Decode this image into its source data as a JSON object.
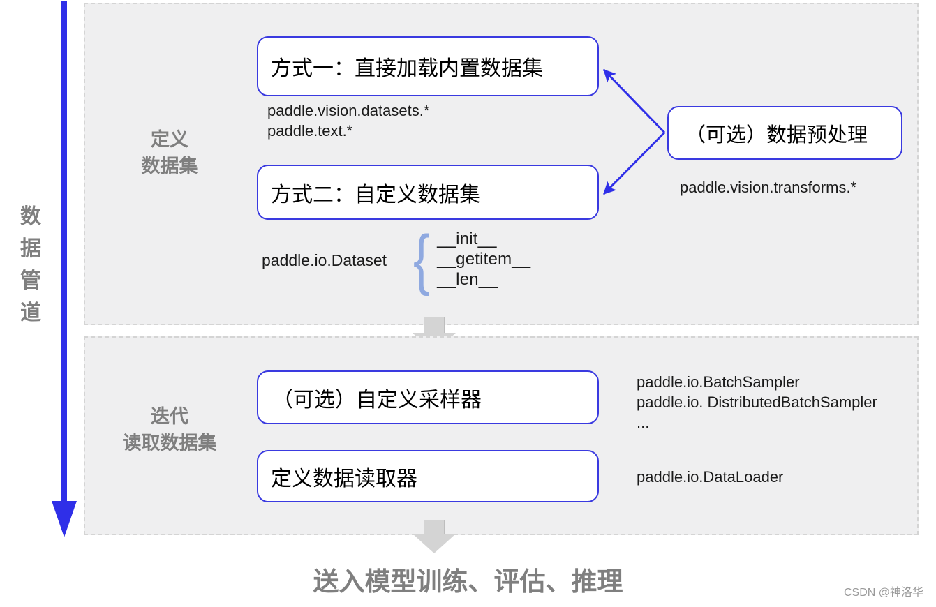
{
  "diagram": {
    "title_vertical": "数\n据\n管\n道",
    "accent_blue": "#2f2fe8",
    "box_border_blue": "#3a3ae0",
    "panel_fill": "#efeff0",
    "panel_border": "#d4d4d4",
    "gray_text": "#7f7f7f",
    "arrow_gray": "#d4d4d4",
    "brace_color": "#8fa9e0"
  },
  "sections": {
    "define": {
      "stage_label": "定义\n数据集",
      "boxes": {
        "method1": "方式一：直接加载内置数据集",
        "method2": "方式二：自定义数据集",
        "preprocess": "（可选）数据预处理"
      },
      "annotations": {
        "builtin_api": "paddle.vision.datasets.*\npaddle.text.*",
        "transforms_api": "paddle.vision.transforms.*",
        "dataset_api": "paddle.io.Dataset",
        "dataset_methods": "__init__\n__getitem__\n__len__"
      }
    },
    "iterate": {
      "stage_label": "迭代\n读取数据集",
      "boxes": {
        "sampler": "（可选）自定义采样器",
        "loader": "定义数据读取器"
      },
      "annotations": {
        "sampler_api": "paddle.io.BatchSampler\npaddle.io. DistributedBatchSampler\n...",
        "loader_api": "paddle.io.DataLoader"
      }
    }
  },
  "bottom_caption": "送入模型训练、评估、推理",
  "watermark": "CSDN @神洛华"
}
